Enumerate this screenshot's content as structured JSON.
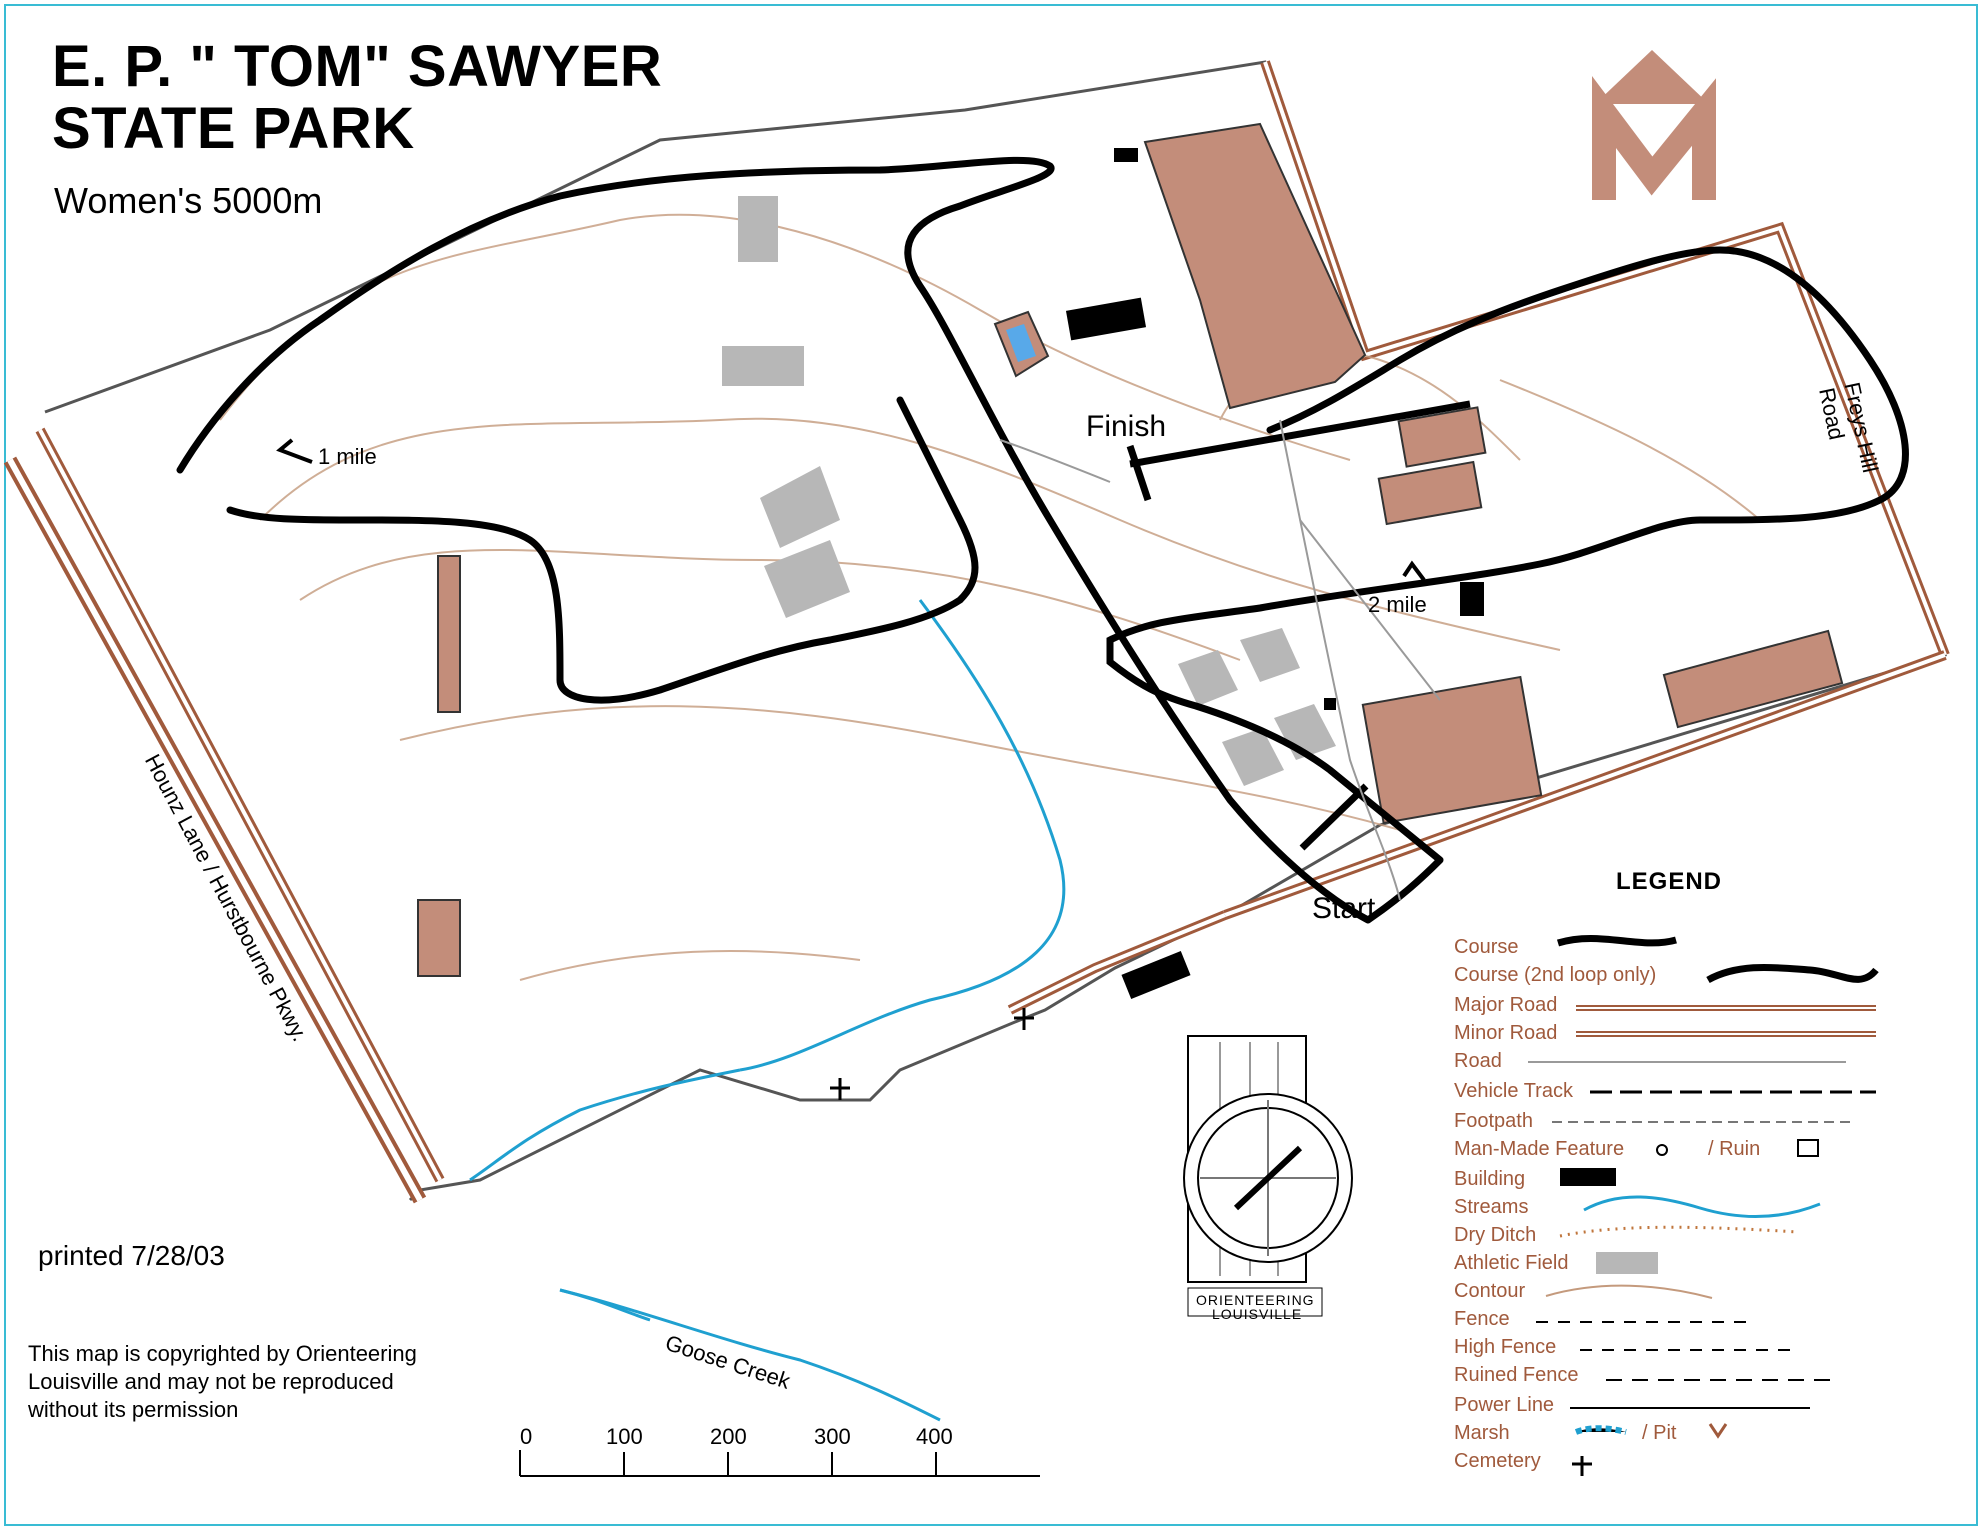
{
  "title": {
    "line1": "E. P. \" TOM\" SAWYER",
    "line2": "STATE PARK"
  },
  "subtitle": "Women's 5000m",
  "printed": "printed 7/28/03",
  "copyright": {
    "line1": "This map is copyrighted by Orienteering",
    "line2": "Louisville and may not be reproduced",
    "line3": "without its permission"
  },
  "labels": {
    "finish": "Finish",
    "start": "Start",
    "mile1": "1 mile",
    "mile2": "2 mile",
    "freys": "Freys Hill Road",
    "hounz": "Hounz Lane / Hurstbourne Pkwy.",
    "goose": "Goose Creek",
    "compass_top": "ORIENTEERING",
    "compass_bottom": "LOUISVILLE"
  },
  "scale": {
    "ticks": [
      "0",
      "100",
      "200",
      "300",
      "400"
    ]
  },
  "legend": {
    "title": "LEGEND",
    "items": [
      "Course",
      "Course (2nd loop only)",
      "Major Road",
      "Minor Road",
      "Road",
      "Vehicle Track",
      "Footpath",
      "Man-Made Feature",
      "/ Ruin",
      "Building",
      "Streams",
      "Dry Ditch",
      "Athletic Field",
      "Contour",
      "Fence",
      "High Fence",
      "Ruined Fence",
      "Power Line",
      "Marsh",
      "/ Pit",
      "Cemetery"
    ]
  },
  "colors": {
    "border": "#39bcd4",
    "building": "#c38d7a",
    "field": "#b7b7b7",
    "stream": "#1fa0d0",
    "course": "#000000",
    "contour": "#c49a7d",
    "road": "#a05a3c",
    "legend_text": "#a05a3c"
  }
}
